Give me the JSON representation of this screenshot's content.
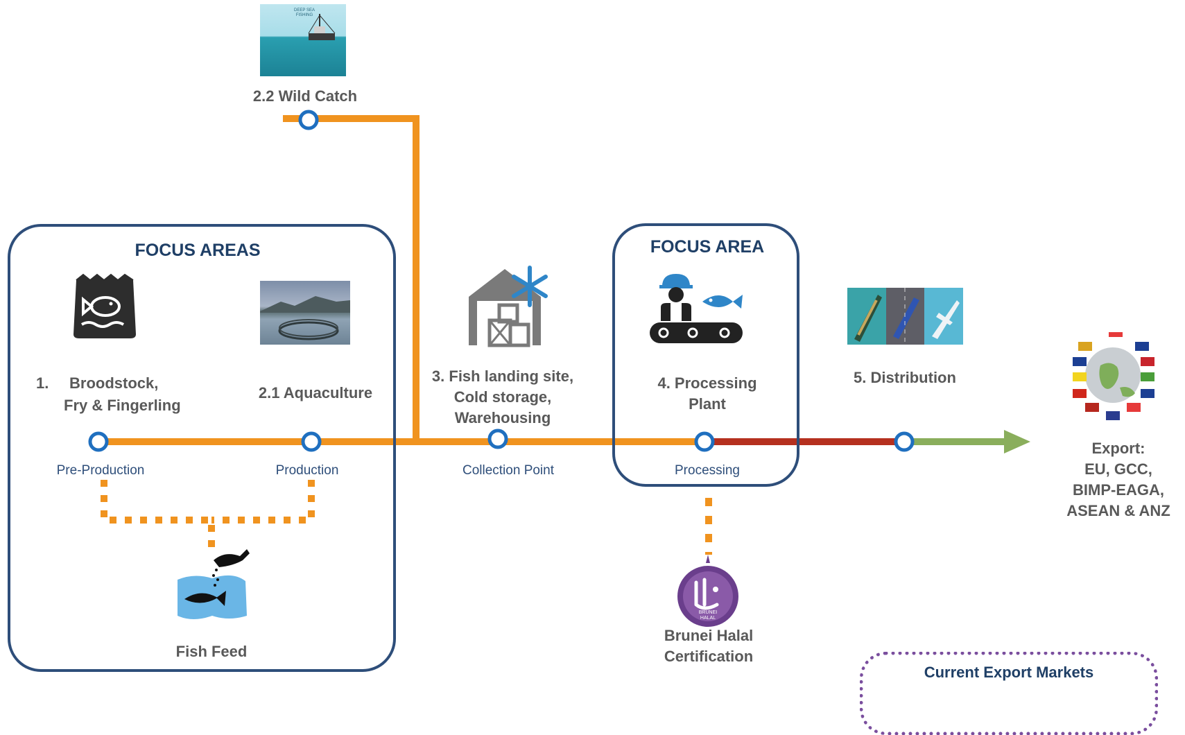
{
  "focus_areas_title": "FOCUS AREAS",
  "focus_area_title": "FOCUS AREA",
  "nodes": {
    "wild_catch": "2.2 Wild Catch",
    "broodstock_num": "1.",
    "broodstock_line1": "Broodstock,",
    "broodstock_line2": "Fry & Fingerling",
    "aquaculture": "2.1 Aquaculture",
    "landing_line1": "3. Fish landing site,",
    "landing_line2": "Cold storage,",
    "landing_line3": "Warehousing",
    "processing_line1": "4. Processing",
    "processing_line2": "Plant",
    "distribution": "5. Distribution",
    "fish_feed": "Fish Feed",
    "halal_line1": "Brunei Halal",
    "halal_line2": "Certification",
    "export_line1": "Export:",
    "export_line2": "EU, GCC,",
    "export_line3": "BIMP-EAGA,",
    "export_line4": "ASEAN & ANZ"
  },
  "stages": {
    "pre_production": "Pre-Production",
    "production": "Production",
    "collection": "Collection Point",
    "processing": "Processing"
  },
  "image_text": {
    "deep_sea": "DEEP SEA FISHING",
    "halal_badge": "BRUNEI HALAL"
  },
  "current_export_markets": "Current Export Markets",
  "colors": {
    "orange": "#f0931f",
    "red": "#b5301f",
    "green": "#8aae5c",
    "node_ring": "#1f6fbf",
    "box_border": "#2e4e7a",
    "title_navy": "#1f3f66",
    "label_gray": "#595959",
    "dotted_purple": "#7a4e9e"
  }
}
